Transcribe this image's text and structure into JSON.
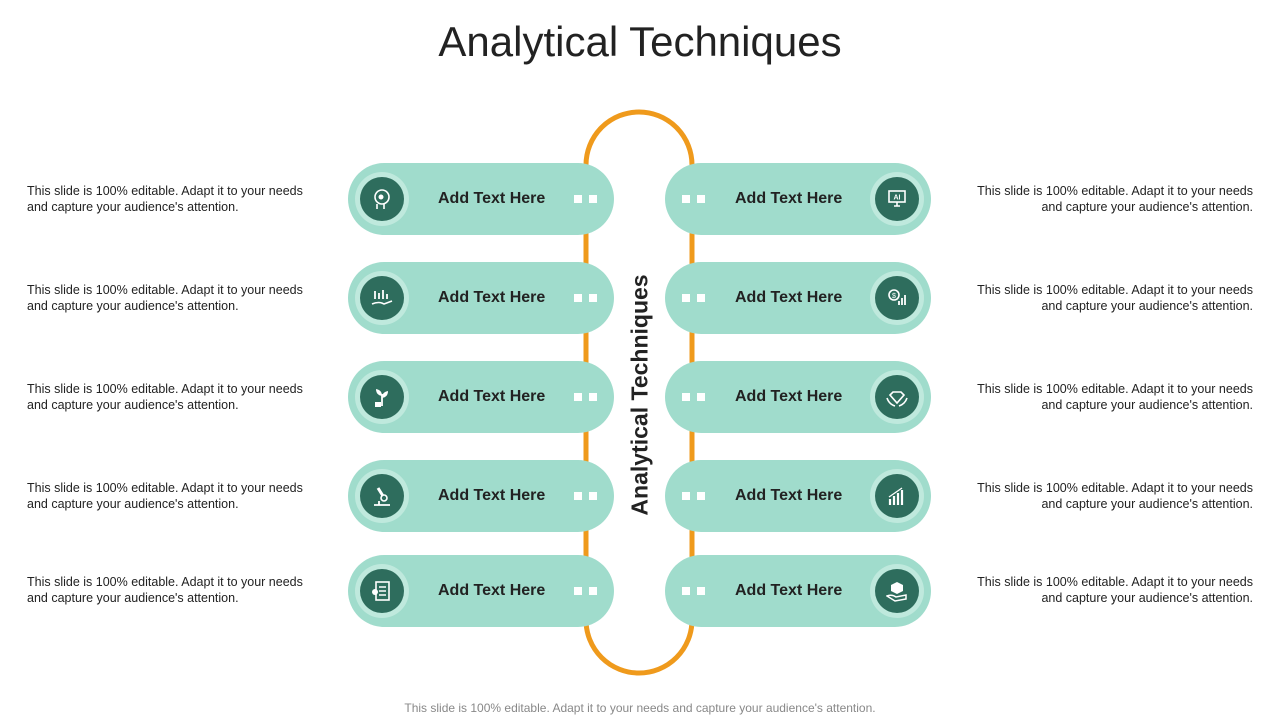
{
  "title": "Analytical Techniques",
  "center_label": "Analytical Techniques",
  "colors": {
    "pill": "#a0dccc",
    "icon_ring": "#bfe9dd",
    "icon_bg": "#2e6d5d",
    "loop": "#ef9a1c"
  },
  "left_items": [
    {
      "label": "Add Text Here",
      "desc": "This slide is 100% editable. Adapt it to your needs and capture your audience's attention.",
      "icon": "head-gear-icon"
    },
    {
      "label": "Add Text Here",
      "desc": "This slide is 100% editable. Adapt it to your needs and capture your audience's attention.",
      "icon": "hand-chart-icon"
    },
    {
      "label": "Add Text Here",
      "desc": "This slide is 100% editable. Adapt it to your needs and capture your audience's attention.",
      "icon": "plant-growth-icon"
    },
    {
      "label": "Add Text Here",
      "desc": "This slide is 100% editable. Adapt it to your needs and capture your audience's attention.",
      "icon": "microscope-icon"
    },
    {
      "label": "Add Text Here",
      "desc": "This slide is 100% editable. Adapt it to your needs and capture your audience's attention.",
      "icon": "checklist-icon"
    }
  ],
  "right_items": [
    {
      "label": "Add Text Here",
      "desc": "This slide is 100% editable. Adapt it to your needs and capture your audience's attention.",
      "icon": "ai-monitor-icon"
    },
    {
      "label": "Add Text Here",
      "desc": "This slide is 100% editable. Adapt it to your needs and capture your audience's attention.",
      "icon": "money-chart-icon"
    },
    {
      "label": "Add Text Here",
      "desc": "This slide is 100% editable. Adapt it to your needs and capture your audience's attention.",
      "icon": "hands-diamond-icon"
    },
    {
      "label": "Add Text Here",
      "desc": "This slide is 100% editable. Adapt it to your needs and capture your audience's attention.",
      "icon": "bar-chart-icon"
    },
    {
      "label": "Add Text Here",
      "desc": "This slide is 100% editable. Adapt it to your needs and capture your audience's attention.",
      "icon": "hand-box-icon"
    }
  ],
  "footer": "This slide is 100% editable. Adapt it to your needs and capture your audience's attention."
}
